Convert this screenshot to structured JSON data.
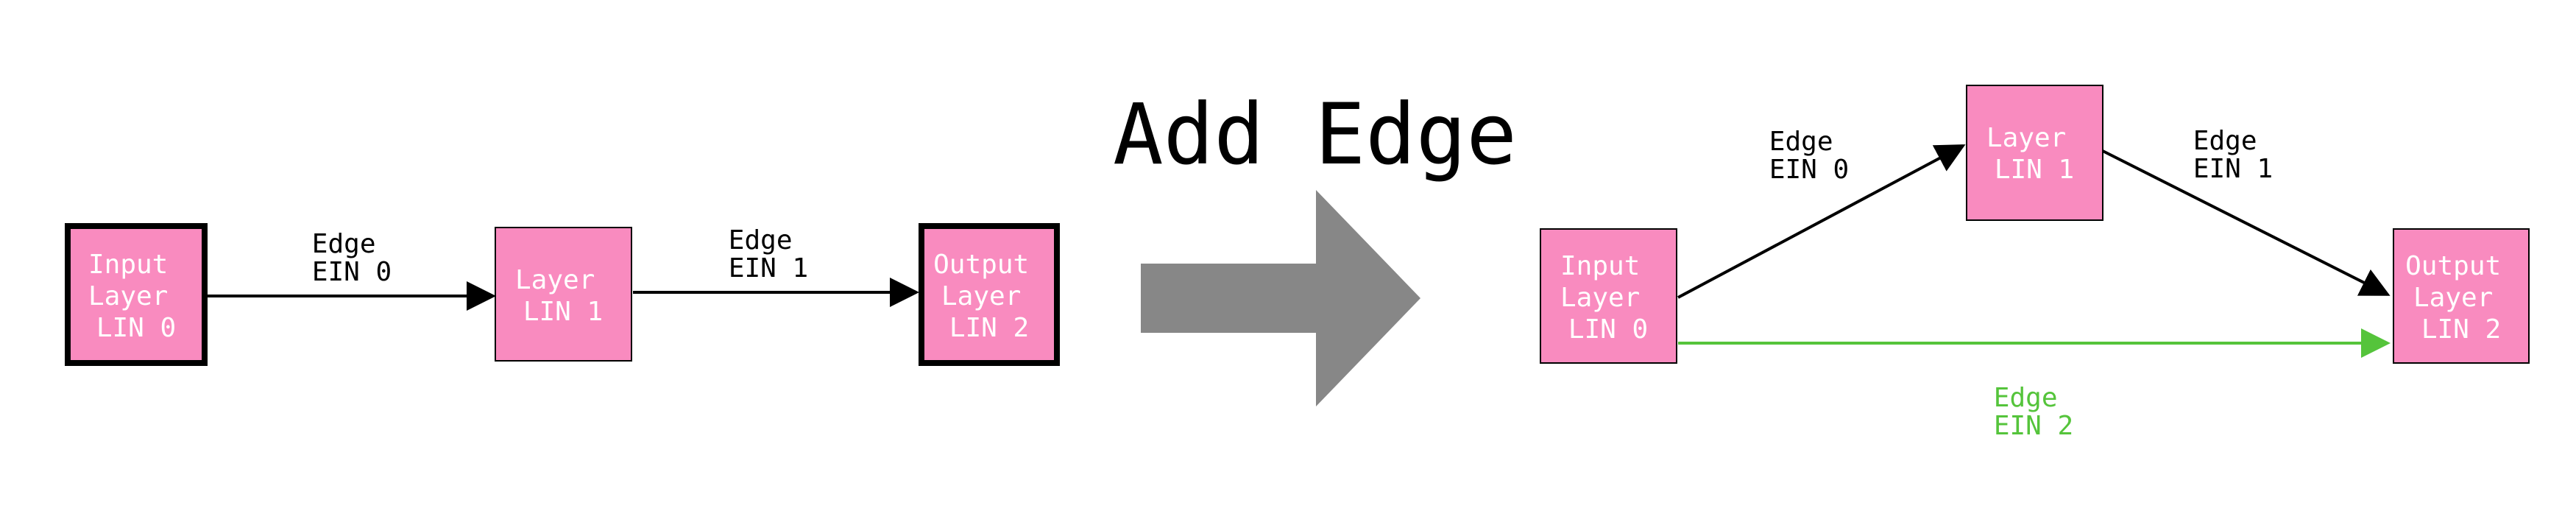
{
  "title": "Add Edge",
  "colors": {
    "node_fill": "#f98bbf",
    "node_border": "#000000",
    "node_text": "#ffffff",
    "edge": "#000000",
    "new_edge": "#55c43b",
    "arrow_shape": "#878787"
  },
  "before": {
    "nodes": [
      {
        "lines": [
          "Input",
          "Layer",
          "LIN 0"
        ],
        "emphasized": true
      },
      {
        "lines": [
          "Layer",
          "LIN 1"
        ],
        "emphasized": false
      },
      {
        "lines": [
          "Output",
          "Layer",
          "LIN 2"
        ],
        "emphasized": true
      }
    ],
    "edges": [
      {
        "lines": [
          "Edge",
          "EIN 0"
        ]
      },
      {
        "lines": [
          "Edge",
          "EIN 1"
        ]
      }
    ]
  },
  "after": {
    "nodes": [
      {
        "lines": [
          "Input",
          "Layer",
          "LIN 0"
        ]
      },
      {
        "lines": [
          "Layer",
          "LIN 1"
        ]
      },
      {
        "lines": [
          "Output",
          "Layer",
          "LIN 2"
        ]
      }
    ],
    "edges": [
      {
        "lines": [
          "Edge",
          "EIN 0"
        ]
      },
      {
        "lines": [
          "Edge",
          "EIN 1"
        ]
      },
      {
        "lines": [
          "Edge",
          "EIN 2"
        ],
        "new": true
      }
    ]
  }
}
